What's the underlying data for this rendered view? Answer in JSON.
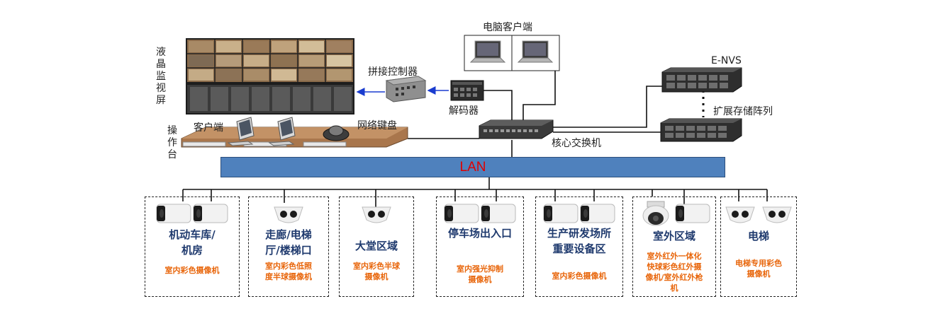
{
  "labels": {
    "pc_client": "电脑客户端",
    "env": "E-NVS",
    "lcd_wall": "液晶监视屏",
    "splice_controller": "拼接控制器",
    "decoder": "解码器",
    "expand_storage": "扩展存储阵列",
    "client": "客户端",
    "network_keyboard": "网络键盘",
    "console": "操作台",
    "core_switch": "核心交换机",
    "lan": "LAN"
  },
  "zones": [
    {
      "name_lines": [
        "机动车库/",
        "机房"
      ],
      "desc_lines": [
        "室内彩色摄像机"
      ],
      "cameras": [
        "bullet",
        "bullet"
      ]
    },
    {
      "name_lines": [
        "走廊/电梯",
        "厅/楼梯口"
      ],
      "desc_lines": [
        "室内彩色低照",
        "度半球摄像机"
      ],
      "cameras": [
        "turret"
      ]
    },
    {
      "name_lines": [
        "大堂区域"
      ],
      "desc_lines": [
        "室内彩色半球",
        "摄像机"
      ],
      "cameras": [
        "turret"
      ]
    },
    {
      "name_lines": [
        "停车场出入口"
      ],
      "desc_lines": [
        "室内强光抑制",
        "摄像机"
      ],
      "cameras": [
        "bullet",
        "bullet"
      ]
    },
    {
      "name_lines": [
        "生产研发场所",
        "重要设备区"
      ],
      "desc_lines": [
        "室内彩色摄像机"
      ],
      "cameras": [
        "bullet",
        "bullet"
      ]
    },
    {
      "name_lines": [
        "室外区域"
      ],
      "desc_lines": [
        "室外红外一体化",
        "快球彩色红外摄",
        "像机/室外红外枪",
        "机"
      ],
      "cameras": [
        "ptz",
        "bullet"
      ]
    },
    {
      "name_lines": [
        "电梯"
      ],
      "desc_lines": [
        "电梯专用彩色",
        "摄像机"
      ],
      "cameras": [
        "turret",
        "turret"
      ]
    }
  ],
  "colors": {
    "lan_fill": "#4f81bd",
    "zone_title": "#1f3a6e",
    "zone_desc": "#e8650a",
    "arrow": "#1a3ccf",
    "lan_text": "#e00000"
  }
}
